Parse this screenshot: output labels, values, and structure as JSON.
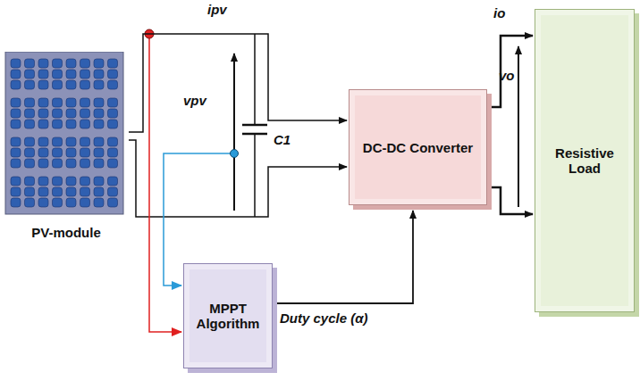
{
  "diagram": {
    "nodes": [
      {
        "text": [
          "PV-module"
        ]
      },
      {
        "text": [
          "DC-DC Converter"
        ]
      },
      {
        "text": [
          "Resistive Load"
        ]
      },
      {
        "text": [
          "MPPT Algorithm"
        ]
      }
    ],
    "edges": [
      {
        "from": 0,
        "to": 1,
        "arrow": "to"
      },
      {
        "from": 1,
        "to": 2,
        "arrow": "to"
      },
      {
        "from": 3,
        "to": 1,
        "arrow": "to",
        "label": "Duty cycle (α)"
      }
    ],
    "labels": [
      "ipv",
      "vpv",
      "C1",
      "io",
      "vo"
    ]
  }
}
